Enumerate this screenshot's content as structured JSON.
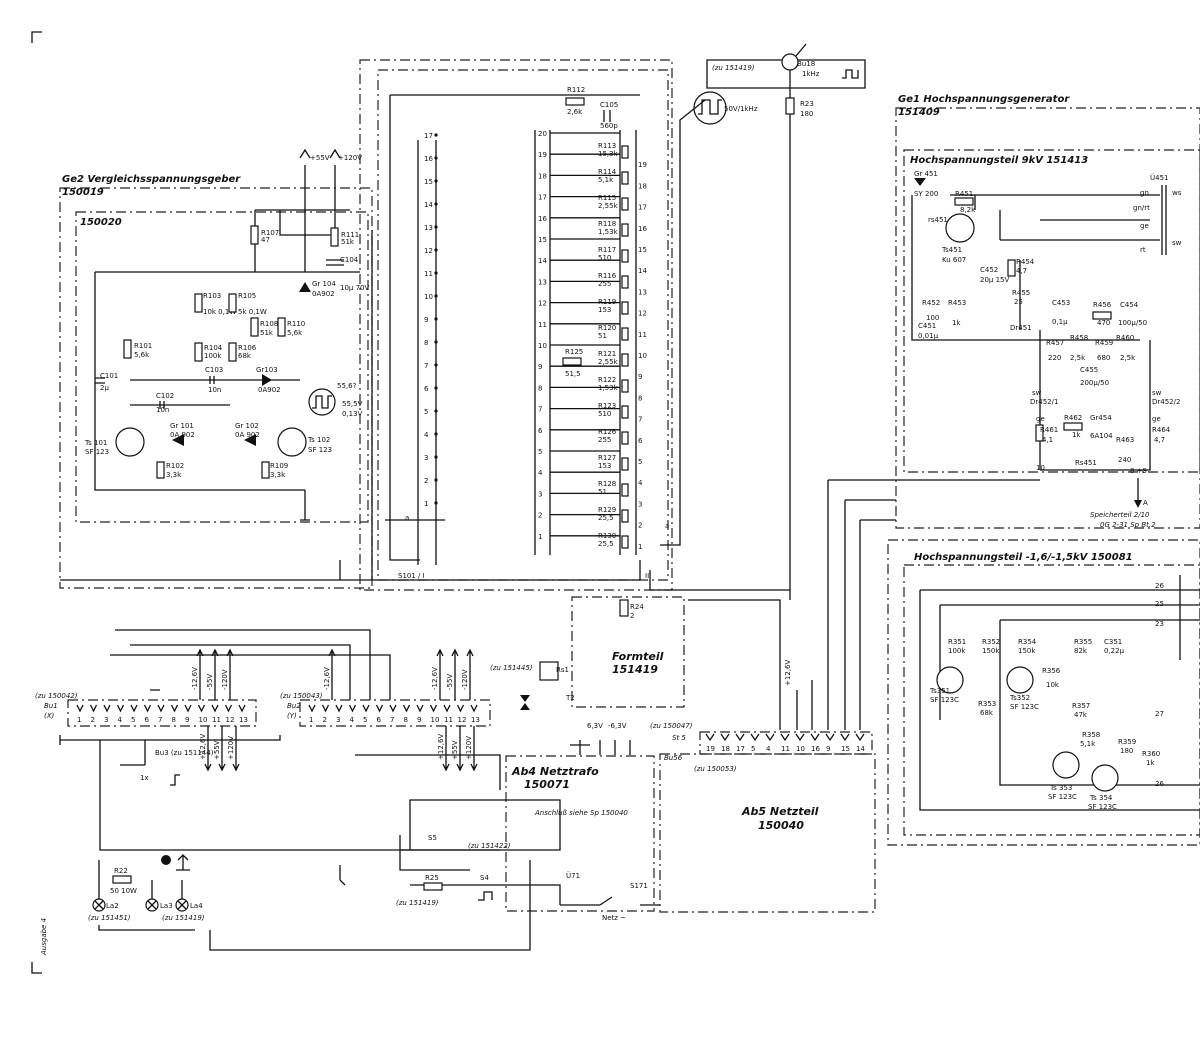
{
  "modules": {
    "ge2": {
      "title": "Ge2 Vergleichsspannungsgeber",
      "num": "150019",
      "inner": "150020"
    },
    "ge1": {
      "title": "Ge1 Hochspannungsgenerator",
      "num": "151409"
    },
    "hv9k": {
      "title": "Hochspannungsteil 9kV 151413"
    },
    "hv15": {
      "title": "Hochspannungsteil -1,6/-1,5kV 150081"
    },
    "formteil": {
      "title": "Formteil",
      "num": "151419"
    },
    "ab4": {
      "title": "Ab4 Netztrafo",
      "num": "150071"
    },
    "ab5": {
      "title": "Ab5 Netzteil",
      "num": "150040"
    },
    "speicherteil": "Speicherteil 2/10",
    "speicher_ref": "0G 2-31 Sp Bt.2",
    "anschluss": "Anschluß siehe Sp 150040"
  },
  "components": {
    "R112": [
      "R112",
      "2,6k"
    ],
    "C105": [
      "C105",
      "560p"
    ],
    "R23": [
      "R23",
      "180"
    ],
    "R107": [
      "R107",
      "47"
    ],
    "R111": [
      "R111",
      "51k"
    ],
    "C104": [
      "C104",
      "10µ 70V"
    ],
    "Gr104": [
      "Gr 104",
      "0A902"
    ],
    "R103": [
      "R103",
      "10k 0,1W"
    ],
    "R105": [
      "R105",
      "5k 0,1W"
    ],
    "R108": [
      "R108",
      "51k"
    ],
    "R110": [
      "R110",
      "5,6k"
    ],
    "R101": [
      "R101",
      "5,6k"
    ],
    "R104": [
      "R104",
      "100k"
    ],
    "R106": [
      "R106",
      "68k"
    ],
    "C101": [
      "C101",
      "2µ"
    ],
    "C103": [
      "C103",
      "10n"
    ],
    "Gr103": [
      "Gr103",
      "0A902"
    ],
    "C102": [
      "C102",
      "10n"
    ],
    "Gr101": [
      "Gr 101",
      "0A 902"
    ],
    "Gr102": [
      "Gr 102",
      "0A 902"
    ],
    "Ts101": [
      "Ts 101",
      "SF 123"
    ],
    "Ts102": [
      "Ts 102",
      "SF 123"
    ],
    "R102": [
      "R102",
      "3,3k"
    ],
    "R109": [
      "R109",
      "3,3k"
    ],
    "R113": [
      "R113",
      "15,3k"
    ],
    "R114": [
      "R114",
      "5,1k"
    ],
    "R115": [
      "R115",
      "2,55k"
    ],
    "R118": [
      "R118",
      "1,53k"
    ],
    "R117": [
      "R117",
      "510"
    ],
    "R116": [
      "R116",
      "255"
    ],
    "R119": [
      "R119",
      "153"
    ],
    "R120": [
      "R120",
      "51"
    ],
    "R121": [
      "R121",
      "2,55k"
    ],
    "R122": [
      "R122",
      "1,53k"
    ],
    "R123": [
      "R123",
      "510"
    ],
    "R126": [
      "R126",
      "255"
    ],
    "R127": [
      "R127",
      "153"
    ],
    "R128": [
      "R128",
      "51"
    ],
    "R129": [
      "R129",
      "25,5"
    ],
    "R130": [
      "R130",
      "25,5"
    ],
    "R125": [
      "R125",
      "51,5"
    ],
    "R24": [
      "R24",
      "2"
    ],
    "Gr451": [
      "Gr 451",
      "SY 200"
    ],
    "R451": [
      "R451",
      "8,2k"
    ],
    "rs451": [
      "rs451",
      ""
    ],
    "Ts451": [
      "Ts451",
      "Ku 607"
    ],
    "C452": [
      "C452",
      "20µ 15V"
    ],
    "R454": [
      "R454",
      "4,7"
    ],
    "R455": [
      "R455",
      "25"
    ],
    "R452": [
      "R452",
      "100"
    ],
    "R453": [
      "R453",
      "1k"
    ],
    "C451": [
      "C451",
      "0,01µ"
    ],
    "C453": [
      "C453",
      "0,1µ"
    ],
    "R456": [
      "R456",
      "470"
    ],
    "C454": [
      "C454",
      "100µ/50"
    ],
    "R457": [
      "R457",
      "220"
    ],
    "R458": [
      "R458",
      "2,5k"
    ],
    "R459": [
      "R459",
      "680"
    ],
    "R460": [
      "R460",
      "2,5k"
    ],
    "C455": [
      "C455",
      "200µ/50"
    ],
    "Dr451": [
      "Dr451",
      ""
    ],
    "Dr452_1": [
      "Dr452/1",
      ""
    ],
    "Dr452_2": [
      "Dr452/2",
      ""
    ],
    "R461": [
      "R461",
      "4,1"
    ],
    "R462": [
      "R462",
      "1k"
    ],
    "Gr454": [
      "Gr454",
      "6A104"
    ],
    "R463": [
      "R463",
      "240"
    ],
    "R464": [
      "R464",
      "4,7"
    ],
    "Rs451": [
      "Rs451",
      ""
    ],
    "U451": [
      "Ü451",
      ""
    ],
    "R351": [
      "R351",
      "100k"
    ],
    "R352": [
      "R352",
      "150k"
    ],
    "R354": [
      "R354",
      "150k"
    ],
    "R355": [
      "R355",
      "82k"
    ],
    "C351": [
      "C351",
      "0,22µ"
    ],
    "R356": [
      "R356",
      "10k"
    ],
    "Ts351": [
      "Ts351",
      "SF 123C"
    ],
    "Ts352": [
      "Ts352",
      "SF 123C"
    ],
    "R353": [
      "R353",
      "68k"
    ],
    "R357": [
      "R357",
      "47k"
    ],
    "R358": [
      "R358",
      "5,1k"
    ],
    "R359": [
      "R359",
      "180"
    ],
    "R360": [
      "R360",
      "1k"
    ],
    "Ts353": [
      "Ts 353",
      "SF 123C"
    ],
    "Ts354": [
      "Ts 354",
      "SF 123C"
    ],
    "R22": [
      "R22",
      "50 10W"
    ],
    "La2": [
      "La2",
      ""
    ],
    "La3": [
      "La3",
      ""
    ],
    "La4": [
      "La4",
      ""
    ],
    "R25": [
      "R25",
      ""
    ],
    "Rs1": [
      "Rs1",
      ""
    ],
    "T2": [
      "T2",
      ""
    ],
    "U71": [
      "Ü71",
      ""
    ],
    "S171": [
      "S171",
      ""
    ],
    "S4": [
      "S4",
      ""
    ],
    "S5": [
      "S5",
      ""
    ]
  },
  "connectors": {
    "bu1": "Bu1",
    "bu1_axis": "(X)",
    "bu1_ref": "(zu 150042)",
    "bu2": "Bu2",
    "bu2_axis": "(Y)",
    "bu2_ref": "(zu 150043)",
    "bu3": "Bu3 (zu 151144)",
    "bu18": "Bu18",
    "bu18_freq": "1kHz",
    "bu56": "Bu56",
    "st5": "St 5",
    "st5_ref": "(zu 150047)",
    "st5_ref2": "(zu 150053)",
    "netz": "Netz ~",
    "s101": "S101 / I"
  },
  "refs": {
    "ref_151419_top": "(zu 151419)",
    "ref_151445": "(zu 151445)",
    "ref_151451": "(zu 151451)",
    "ref_151419_lamps": "(zu 151419)",
    "ref_151422": "(zu 151422)",
    "ref_151419_r25": "(zu 151419)"
  },
  "voltages": {
    "p55": "+55V",
    "p120": "+120V",
    "n12_6": "-12,6V",
    "n55": "-55V",
    "n120": "-120V",
    "p12_6": "+12,6V",
    "p55b": "+55V",
    "p120b": "+120V",
    "p6_3": "6,3V",
    "n6_3": "-6,3V",
    "bu1_p12": "+12,6V"
  },
  "signals": {
    "sq_55": "55,5V",
    "sq_55b": "0,13V",
    "sq_55id": "55,6?",
    "sq_50": "50V/1kHz",
    "sq_1k": "1kHz"
  },
  "misc": {
    "ausgabe": "Ausgabe 4",
    "x1": "1x",
    "arrow_a": "A",
    "sw": "sw",
    "ge": "ge",
    "gn": "gn",
    "gn_rt": "gn/rt",
    "rt": "rt",
    "ws": "ws"
  },
  "switch_nums": [
    "20",
    "19",
    "18",
    "17",
    "16",
    "15",
    "14",
    "13",
    "12",
    "11",
    "10",
    "9",
    "8",
    "7",
    "6",
    "5",
    "4",
    "3",
    "2",
    "1"
  ],
  "st5_pins": [
    "19",
    "18",
    "17",
    "5",
    "4",
    "11",
    "10",
    "16",
    "9",
    "15",
    "14"
  ],
  "bu_pins": [
    "1",
    "2",
    "3",
    "4",
    "5",
    "6",
    "7",
    "8",
    "9",
    "10",
    "11",
    "12",
    "13"
  ]
}
